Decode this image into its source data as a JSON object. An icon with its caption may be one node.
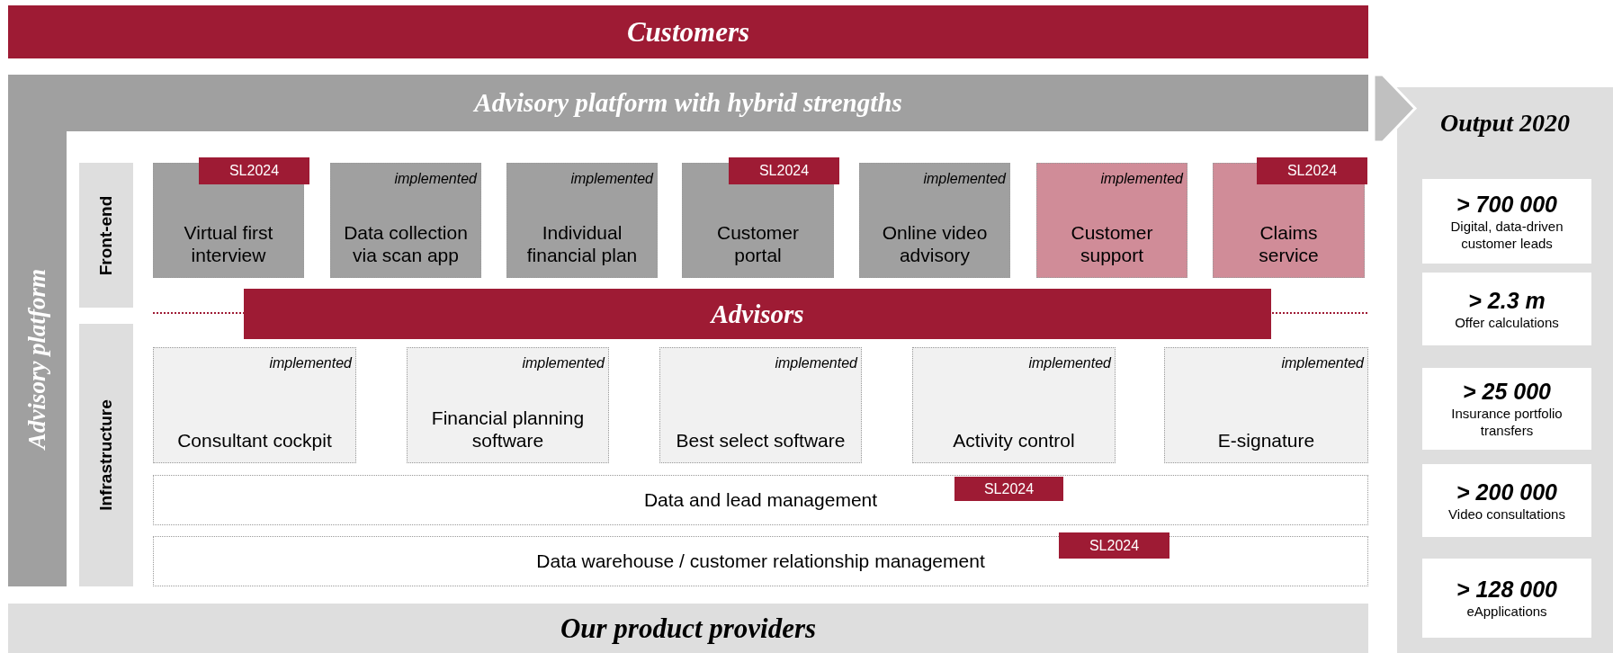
{
  "diagram": {
    "nodes": [
      {
        "text": [
          "Customers"
        ]
      },
      {
        "text": [
          "Advisory platform with hybrid strengths",
          "Advisory platform"
        ]
      },
      {
        "text": [
          "Front-end"
        ],
        "in": 1
      },
      {
        "text": [
          "Virtual first interview"
        ],
        "in": 1
      },
      {
        "text": [
          "SL2024"
        ],
        "in": 1
      },
      {
        "text": [
          "implemented",
          "Data collection via scan app"
        ],
        "in": 1
      },
      {
        "text": [
          "implemented",
          "Individual financial plan"
        ],
        "in": 1
      },
      {
        "text": [
          "Customer portal"
        ],
        "in": 1
      },
      {
        "text": [
          "SL2024"
        ],
        "in": 1
      },
      {
        "text": [
          "implemented",
          "Online video advisory"
        ],
        "in": 1
      },
      {
        "text": [
          "implemented",
          "Customer support"
        ],
        "in": 1
      },
      {
        "text": [
          "Claims service"
        ],
        "in": 1
      },
      {
        "text": [
          "SL2024"
        ],
        "in": 1
      },
      {
        "text": [
          "Advisors"
        ],
        "in": 1
      },
      {
        "text": [
          "Infrastructure"
        ],
        "in": 1
      },
      {
        "text": [
          "implemented",
          "Consultant cockpit"
        ],
        "in": 1
      },
      {
        "text": [
          "implemented",
          "Financial planning software"
        ],
        "in": 1
      },
      {
        "text": [
          "implemented",
          "Best select software"
        ],
        "in": 1
      },
      {
        "text": [
          "implemented",
          "Activity control"
        ],
        "in": 1
      },
      {
        "text": [
          "implemented",
          "E-signature"
        ],
        "in": 1
      },
      {
        "text": [
          "Data and lead management"
        ],
        "in": 1
      },
      {
        "text": [
          "SL2024"
        ],
        "in": 20
      },
      {
        "text": [
          "Data warehouse / customer relationship management"
        ],
        "in": 1
      },
      {
        "text": [
          "SL2024"
        ],
        "in": 1
      },
      {
        "text": [
          "Our product providers"
        ]
      },
      {
        "text": [
          "Output 2020"
        ]
      },
      {
        "text": [
          "> 700 000",
          "Digital, data-driven customer leads"
        ],
        "in": 25
      },
      {
        "text": [
          "> 2.3 m",
          "Offer calculations"
        ],
        "in": 25
      },
      {
        "text": [
          "> 25 000",
          "Insurance portfolio transfers"
        ],
        "in": 25
      },
      {
        "text": [
          "> 200 000",
          "Video consultations"
        ],
        "in": 25
      },
      {
        "text": [
          "> 128 000",
          "eApplications"
        ],
        "in": 25
      }
    ],
    "edges": [
      {
        "from": 1,
        "to": 25,
        "arrow": "to"
      }
    ]
  }
}
